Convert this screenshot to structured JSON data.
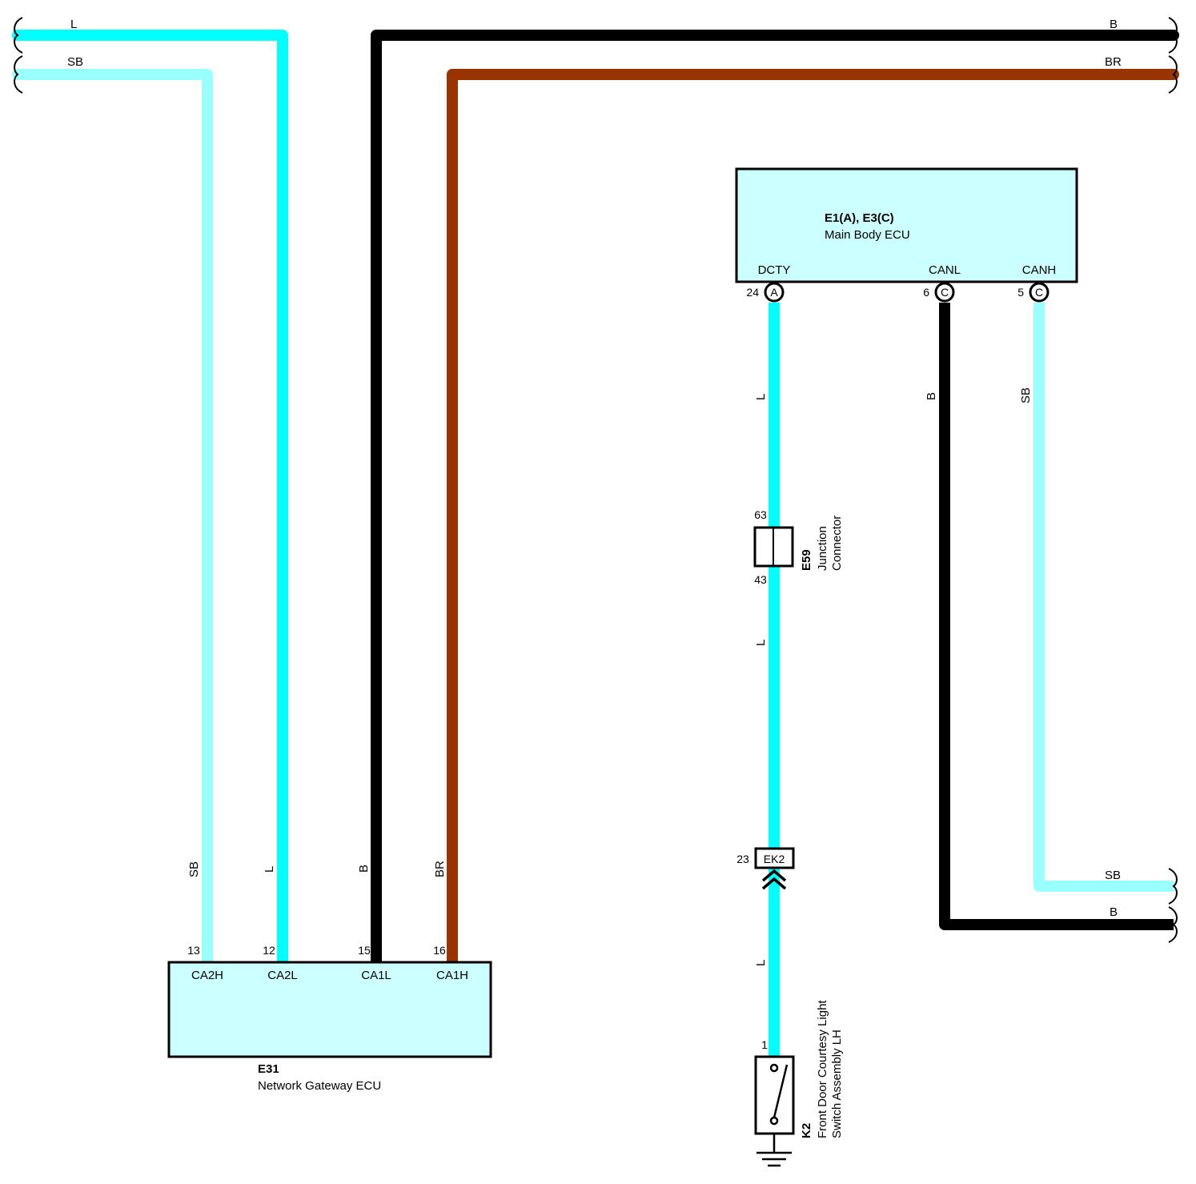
{
  "colors": {
    "L": "#00ffff",
    "SB": "#99ffff",
    "B": "#000000",
    "BR": "#993300",
    "ecu_fill": "#ccffff"
  },
  "wires": {
    "top_left_L": "L",
    "top_left_SB": "SB",
    "top_right_B": "B",
    "top_right_BR": "BR",
    "gw_sb": "SB",
    "gw_l": "L",
    "gw_b": "B",
    "gw_br": "BR",
    "dcty_upper": "L",
    "dcty_mid": "L",
    "dcty_lower": "L",
    "canl_v": "B",
    "canh_v": "SB",
    "bottom_right_SB": "SB",
    "bottom_right_B": "B"
  },
  "main_ecu": {
    "id": "E1(A), E3(C)",
    "name": "Main Body ECU",
    "terminals": [
      {
        "label": "DCTY",
        "pin": "24",
        "connector": "A"
      },
      {
        "label": "CANL",
        "pin": "6",
        "connector": "C"
      },
      {
        "label": "CANH",
        "pin": "5",
        "connector": "C"
      }
    ]
  },
  "gateway_ecu": {
    "id": "E31",
    "name": "Network Gateway ECU",
    "terminals": [
      {
        "label": "CA2H",
        "pin": "13"
      },
      {
        "label": "CA2L",
        "pin": "12"
      },
      {
        "label": "CA1L",
        "pin": "15"
      },
      {
        "label": "CA1H",
        "pin": "16"
      }
    ]
  },
  "junction": {
    "id": "E59",
    "line1": "Junction",
    "line2": "Connector",
    "pin_top": "63",
    "pin_bottom": "43"
  },
  "inline_connector": {
    "id": "EK2",
    "pin": "23"
  },
  "switch": {
    "id": "K2",
    "line1": "Front Door Courtesy Light",
    "line2": "Switch Assembly LH",
    "pin": "1"
  }
}
